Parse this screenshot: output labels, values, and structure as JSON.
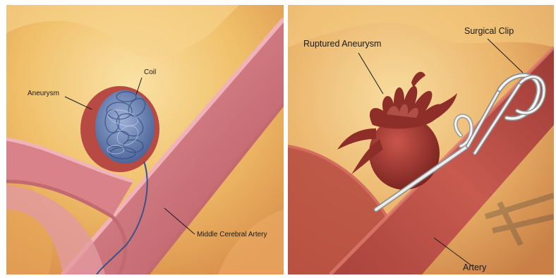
{
  "left_panel": {
    "labels": {
      "coil": "Coil",
      "aneurysm": "Aneurysm",
      "artery": "Middle Cerebral Artery"
    }
  },
  "right_panel": {
    "labels": {
      "ruptured": "Ruptured Aneurysm",
      "clip": "Surgical Clip",
      "artery": "Artery"
    }
  },
  "colors": {
    "background_tissue": "#f2c46e",
    "vessel_wall": "#c9666d",
    "vessel_interior": "#b45a63",
    "aneurysm_red": "#a93a32",
    "coil_blue": "#6f86b8",
    "clip_silver": "#d9d9d9"
  }
}
